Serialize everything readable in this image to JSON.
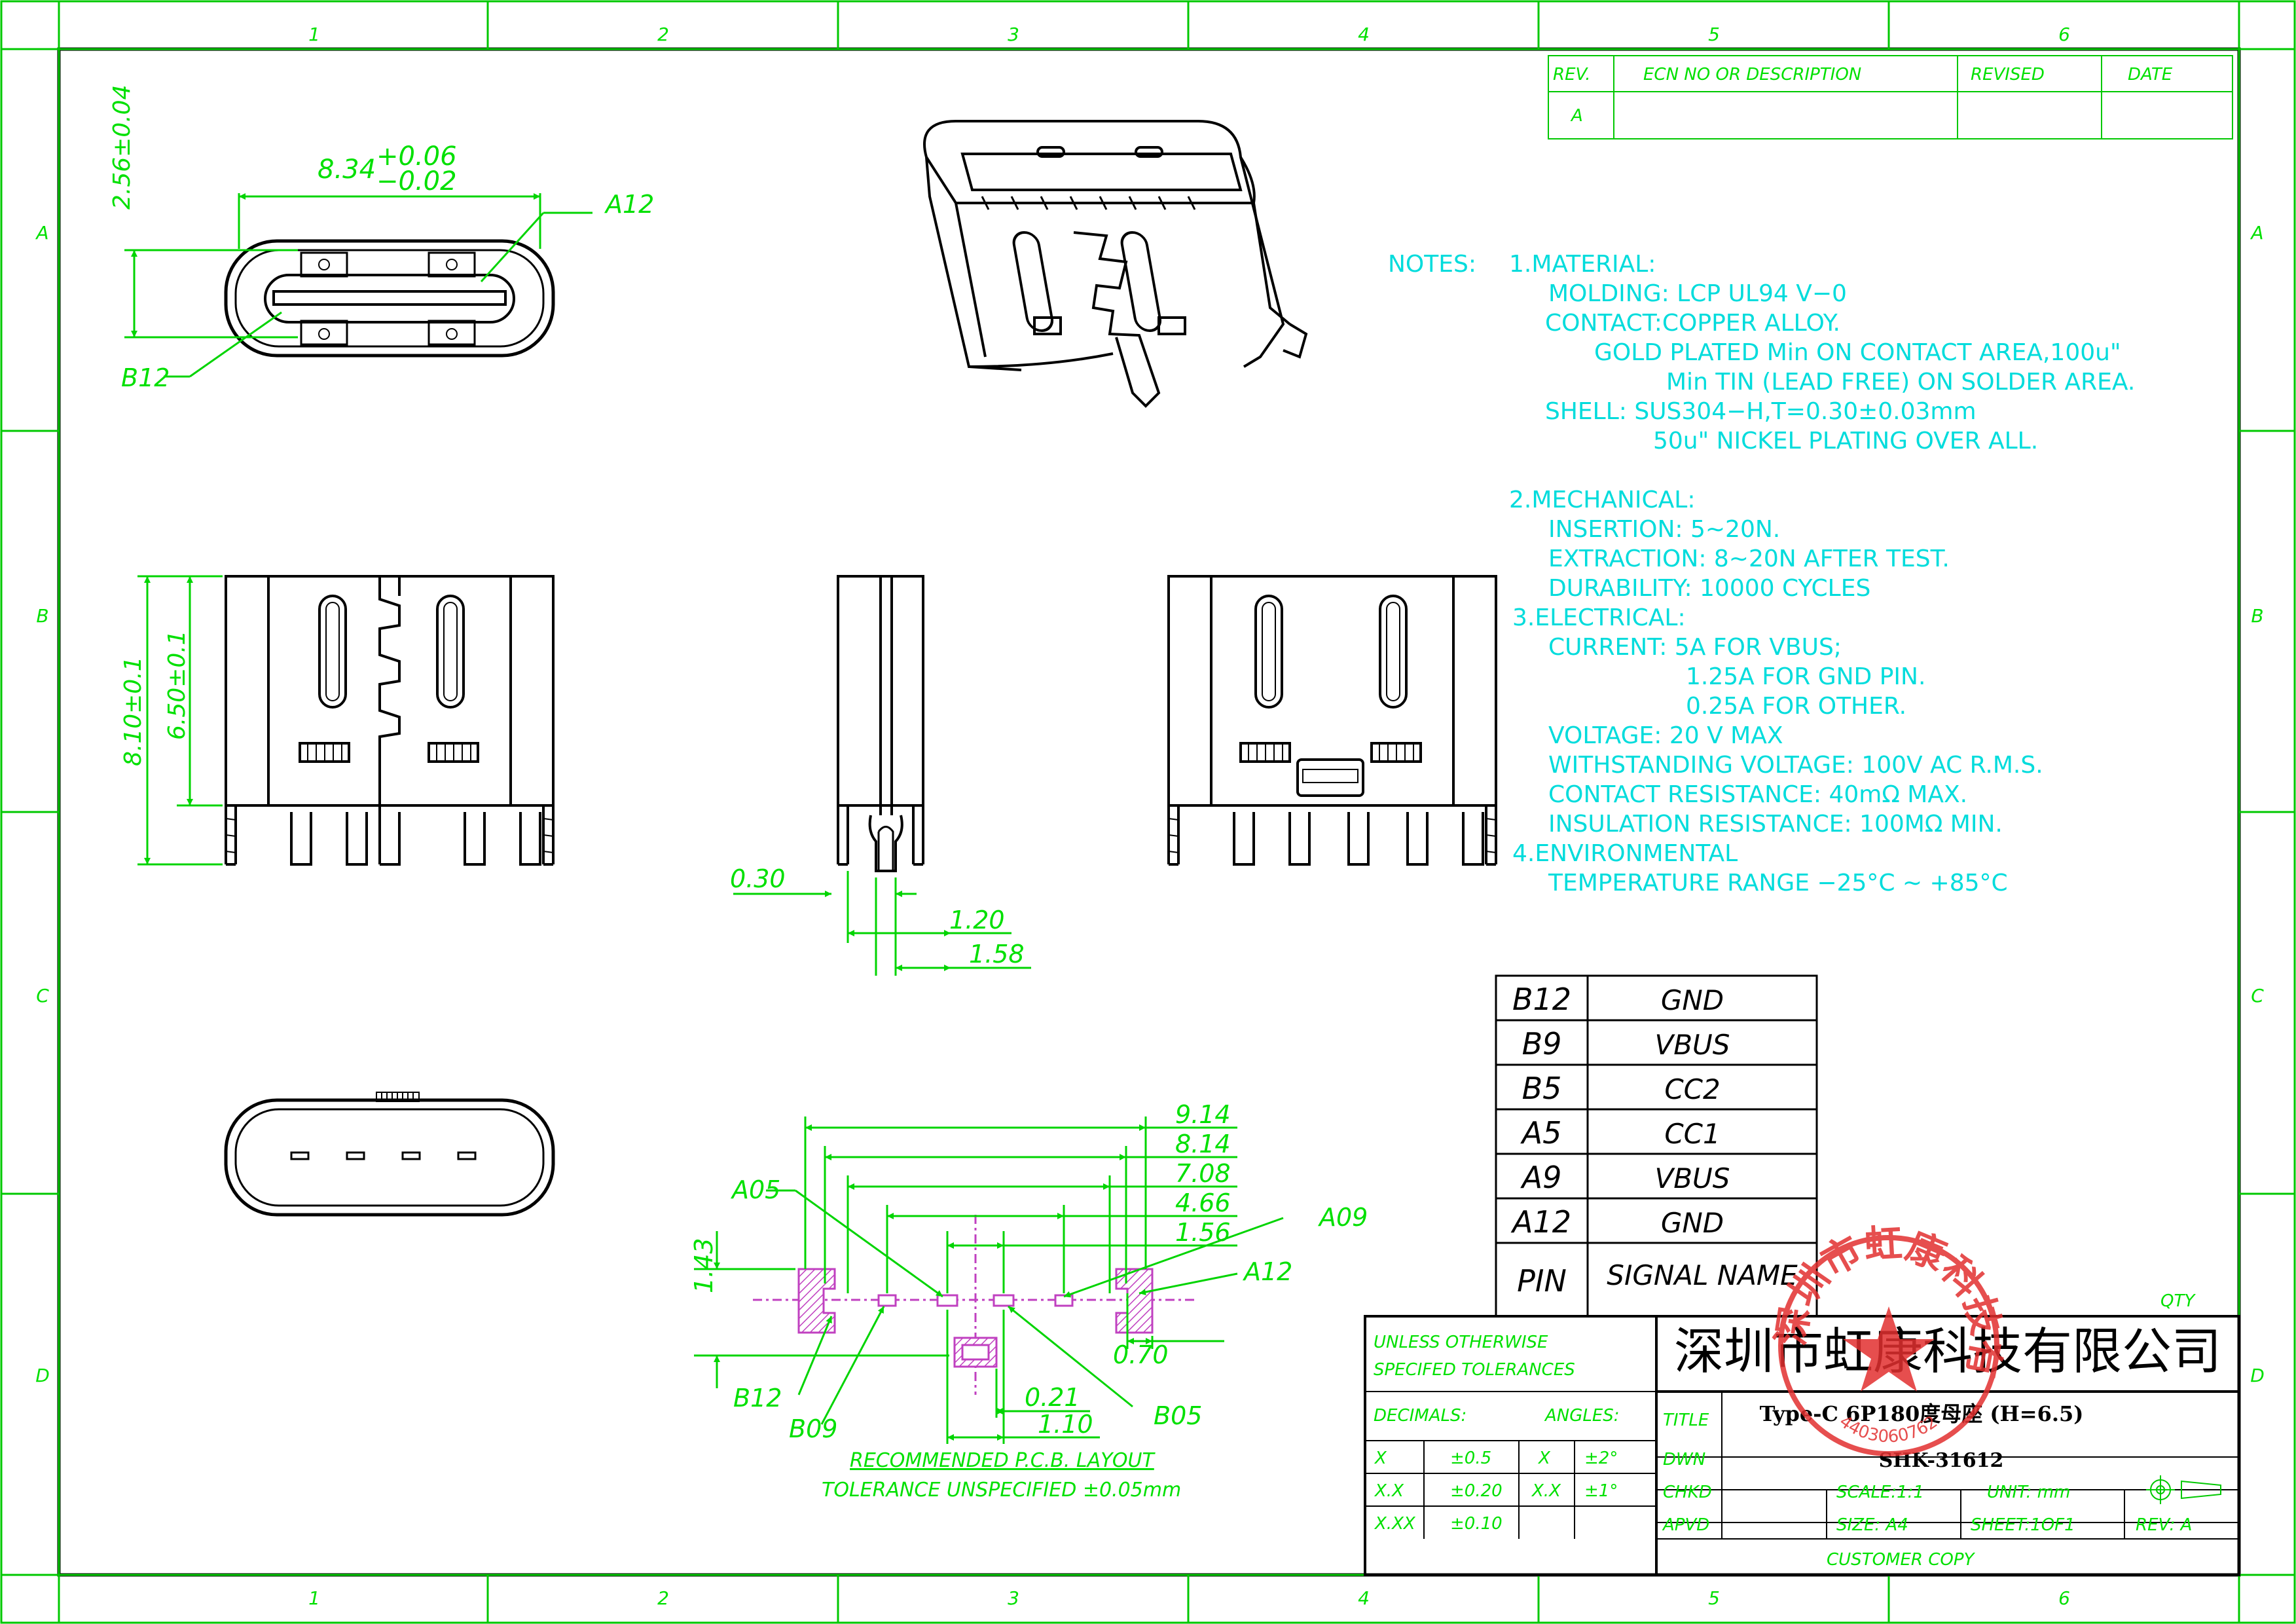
{
  "grid": {
    "columns": [
      "1",
      "2",
      "3",
      "4",
      "5",
      "6"
    ],
    "rows": [
      "A",
      "B",
      "C",
      "D"
    ]
  },
  "revision_table": {
    "headers": [
      "REV.",
      "ECN NO OR DESCRIPTION",
      "REVISED",
      "DATE"
    ],
    "rows": [
      [
        "A",
        "",
        "",
        ""
      ]
    ]
  },
  "top_view": {
    "width_dim": "8.34",
    "width_tol_plus": "+0.06",
    "width_tol_minus": "−0.02",
    "height_dim": "2.56±0.04",
    "pin_a12": "A12",
    "pin_b12": "B12"
  },
  "front_view": {
    "total_height": "8.10±0.1",
    "body_height": "6.50±0.1"
  },
  "side_view": {
    "dim_030": "0.30",
    "dim_120": "1.20",
    "dim_158": "1.58"
  },
  "notes": {
    "header": "NOTES:",
    "lines": [
      "1.MATERIAL:",
      "MOLDING: LCP UL94 V−0",
      "CONTACT:COPPER ALLOY.",
      "GOLD PLATED Min ON CONTACT AREA,100u\"",
      "Min TIN (LEAD FREE) ON SOLDER AREA.",
      "SHELL: SUS304−H,T=0.30±0.03mm",
      "50u\" NICKEL PLATING OVER ALL.",
      "2.MECHANICAL:",
      "INSERTION: 5∼20N.",
      "EXTRACTION: 8∼20N AFTER TEST.",
      "DURABILITY: 10000 CYCLES",
      "3.ELECTRICAL:",
      "CURRENT: 5A FOR VBUS;",
      "1.25A FOR GND PIN.",
      "0.25A FOR OTHER.",
      "VOLTAGE: 20 V MAX",
      "WITHSTANDING VOLTAGE: 100V AC R.M.S.",
      "CONTACT RESISTANCE: 40mΩ MAX.",
      "INSULATION RESISTANCE: 100MΩ MIN.",
      "4.ENVIRONMENTAL",
      "TEMPERATURE RANGE −25°C ∼ +85°C"
    ]
  },
  "pin_table": {
    "rows": [
      [
        "B12",
        "GND"
      ],
      [
        "B9",
        "VBUS"
      ],
      [
        "B5",
        "CC2"
      ],
      [
        "A5",
        "CC1"
      ],
      [
        "A9",
        "VBUS"
      ],
      [
        "A12",
        "GND"
      ],
      [
        "PIN",
        "SIGNAL NAME"
      ]
    ]
  },
  "pcb_layout": {
    "dims": [
      "9.14",
      "8.14",
      "7.08",
      "4.66",
      "1.56"
    ],
    "dim_143": "1.43",
    "dim_070": "0.70",
    "dim_021": "0.21",
    "dim_110": "1.10",
    "labels": {
      "a05": "A05",
      "a09": "A09",
      "a12": "A12",
      "b12": "B12",
      "b09": "B09",
      "b05": "B05"
    },
    "caption1": "RECOMMENDED  P.C.B. LAYOUT",
    "caption2": "TOLERANCE UNSPECIFIED ±0.05mm"
  },
  "title_block": {
    "qty": "QTY",
    "tol_header1": "UNLESS OTHERWISE",
    "tol_header2": "SPECIFED TOLERANCES",
    "decimals": "DECIMALS:",
    "angles": "ANGLES:",
    "tol_rows": [
      [
        "X",
        "±0.5",
        "X",
        "±2°"
      ],
      [
        "X.X",
        "±0.20",
        "X.X",
        "±1°"
      ],
      [
        "X.XX",
        "±0.10",
        "",
        ""
      ]
    ],
    "company": "深圳市虹康科技有限公司",
    "title_label": "TITLE",
    "title": "Type-C 6P180度母座 (H=6.5)",
    "dwn": "DWN",
    "chkd": "CHKD",
    "apvd": "APVD",
    "part_no": "SHK-31612",
    "scale": "SCALE:1:1",
    "unit": "UNIT: mm",
    "size": "SIZE: A4",
    "sheet": "SHEET:1OF1",
    "rev": "REV: A",
    "customer_copy": "CUSTOMER COPY",
    "stamp_text": "深圳市虹康科技有限公司",
    "stamp_no": "4403060762"
  }
}
